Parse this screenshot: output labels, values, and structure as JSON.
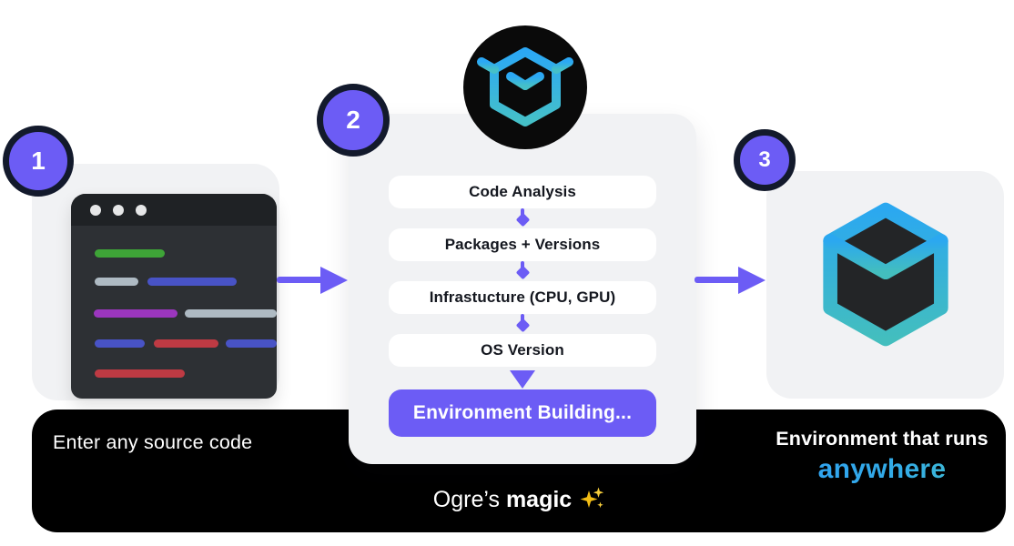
{
  "palette": {
    "accent_purple": "#6C5CF5",
    "badge_ring": "#131A2C",
    "card_gray": "#F1F2F4",
    "banner_black": "#000000",
    "logo_blue": "#2BA8F5",
    "logo_teal": "#45C0C8",
    "anywhere_blue": "#2F9FF3"
  },
  "badges": [
    {
      "number": "1"
    },
    {
      "number": "2"
    },
    {
      "number": "3"
    }
  ],
  "pipeline": {
    "stages": [
      "Code Analysis",
      "Packages + Versions",
      "Infrastucture (CPU, GPU)",
      "OS Version"
    ],
    "final_stage": "Environment Building..."
  },
  "banner": {
    "left_caption": "Enter any source code",
    "center_regular": "Ogre’s ",
    "center_bold": "magic",
    "sparkles_emoji": "✨",
    "right_line1": "Environment that runs",
    "right_line2": "anywhere"
  }
}
